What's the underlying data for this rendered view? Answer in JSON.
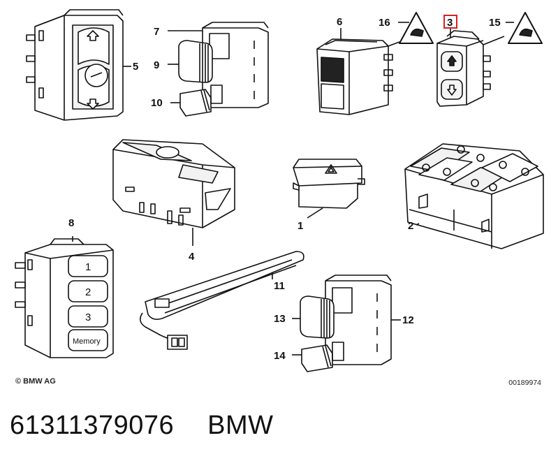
{
  "callouts": {
    "c1": "1",
    "c2": "2",
    "c3": "3",
    "c4": "4",
    "c5": "5",
    "c6": "6",
    "c7": "7",
    "c8": "8",
    "c9": "9",
    "c10": "10",
    "c11": "11",
    "c12": "12",
    "c13": "13",
    "c14": "14",
    "c15": "15",
    "c16": "16"
  },
  "highlight_color": "#d62020",
  "memory_switch": {
    "key1": "1",
    "key2": "2",
    "key3": "3",
    "memory": "Memory"
  },
  "footer": {
    "copyright": "© BMW AG",
    "drawing_number": "00189974"
  },
  "part": {
    "number": "61311379076",
    "brand": "BMW"
  }
}
